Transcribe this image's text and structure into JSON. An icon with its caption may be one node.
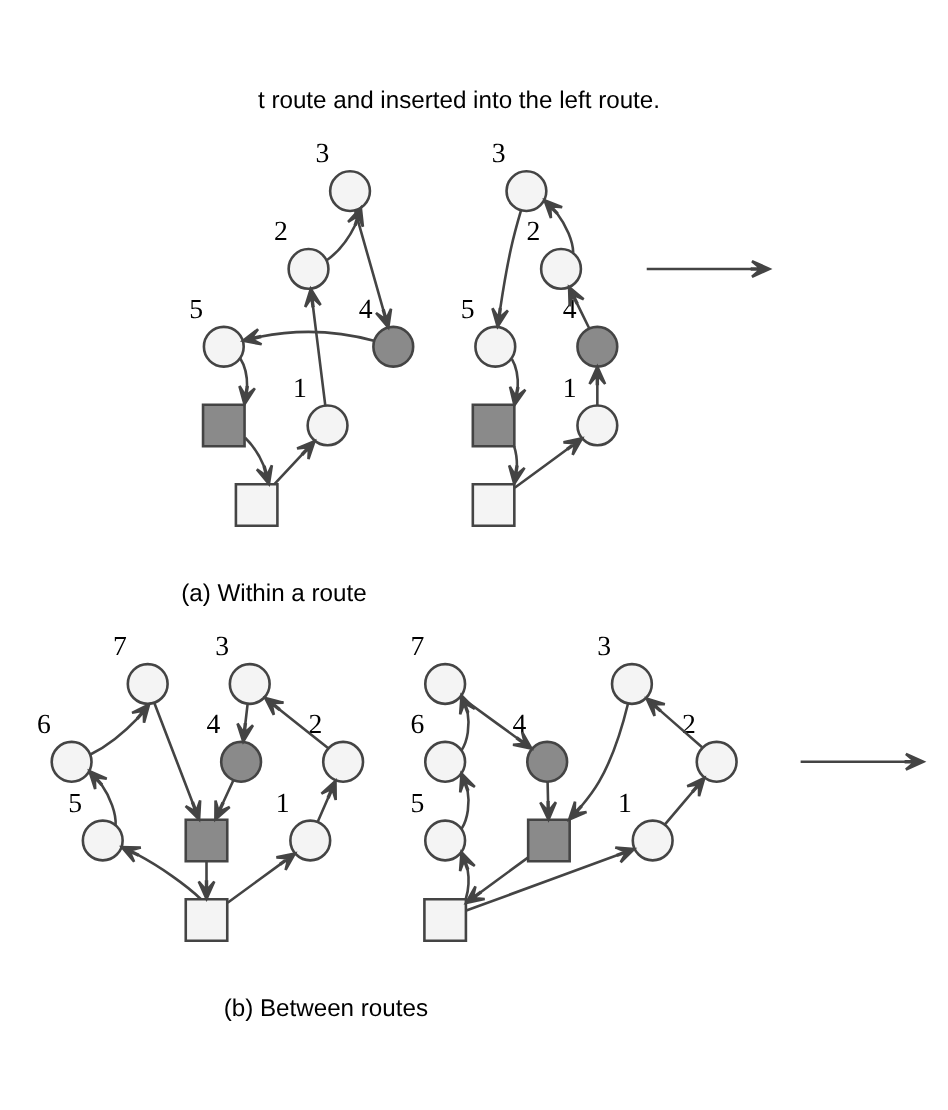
{
  "diagram": {
    "nodes": [
      {
        "text": [],
        "shape": "circle",
        "beside": [
          "3"
        ]
      },
      {
        "text": [],
        "shape": "circle",
        "beside": [
          "2"
        ]
      },
      {
        "text": [],
        "shape": "circle",
        "beside": [
          "5"
        ]
      },
      {
        "text": [],
        "shape": "circle",
        "beside": [
          "4"
        ]
      },
      {
        "text": [],
        "shape": "box"
      },
      {
        "text": [],
        "shape": "circle",
        "beside": [
          "1"
        ]
      },
      {
        "text": [],
        "shape": "box"
      },
      {
        "text": [],
        "shape": "circle",
        "beside": [
          "3"
        ]
      },
      {
        "text": [],
        "shape": "circle",
        "beside": [
          "2"
        ]
      },
      {
        "text": [],
        "shape": "circle",
        "beside": [
          "5"
        ]
      },
      {
        "text": [],
        "shape": "circle",
        "beside": [
          "4"
        ]
      },
      {
        "text": [],
        "shape": "box"
      },
      {
        "text": [],
        "shape": "circle",
        "beside": [
          "1"
        ]
      },
      {
        "text": [],
        "shape": "box"
      },
      {
        "text": [],
        "shape": "circle",
        "beside": [
          "7"
        ]
      },
      {
        "text": [],
        "shape": "circle",
        "beside": [
          "3"
        ]
      },
      {
        "text": [],
        "shape": "circle",
        "beside": [
          "6"
        ]
      },
      {
        "text": [],
        "shape": "circle",
        "beside": [
          "4"
        ]
      },
      {
        "text": [],
        "shape": "circle",
        "beside": [
          "2"
        ]
      },
      {
        "text": [],
        "shape": "circle",
        "beside": [
          "5"
        ]
      },
      {
        "text": [],
        "shape": "box"
      },
      {
        "text": [],
        "shape": "circle",
        "beside": [
          "1"
        ]
      },
      {
        "text": [],
        "shape": "box"
      },
      {
        "text": [],
        "shape": "circle",
        "beside": [
          "7"
        ]
      },
      {
        "text": [],
        "shape": "circle",
        "beside": [
          "3"
        ]
      },
      {
        "text": [],
        "shape": "circle",
        "beside": [
          "6"
        ]
      },
      {
        "text": [],
        "shape": "circle",
        "beside": [
          "4"
        ]
      },
      {
        "text": [],
        "shape": "circle",
        "beside": [
          "2"
        ]
      },
      {
        "text": [],
        "shape": "circle",
        "beside": [
          "5"
        ]
      },
      {
        "text": [],
        "shape": "box"
      },
      {
        "text": [],
        "shape": "circle",
        "beside": [
          "1"
        ]
      },
      {
        "text": [],
        "shape": "box"
      }
    ],
    "edges": [
      {
        "from": 6,
        "to": 5,
        "arrow": "to"
      },
      {
        "from": 5,
        "to": 1,
        "arrow": "to"
      },
      {
        "from": 1,
        "to": 0,
        "arrow": "to"
      },
      {
        "from": 0,
        "to": 3,
        "arrow": "to"
      },
      {
        "from": 3,
        "to": 2,
        "arrow": "to"
      },
      {
        "from": 2,
        "to": 4,
        "arrow": "to"
      },
      {
        "from": 4,
        "to": 6,
        "arrow": "to"
      },
      {
        "from": 13,
        "to": 12,
        "arrow": "to"
      },
      {
        "from": 12,
        "to": 10,
        "arrow": "to"
      },
      {
        "from": 10,
        "to": 8,
        "arrow": "to"
      },
      {
        "from": 8,
        "to": 7,
        "arrow": "to"
      },
      {
        "from": 7,
        "to": 9,
        "arrow": "to"
      },
      {
        "from": 9,
        "to": 11,
        "arrow": "to"
      },
      {
        "from": 11,
        "to": 13,
        "arrow": "to"
      },
      {
        "from": 22,
        "to": 19,
        "arrow": "to"
      },
      {
        "from": 19,
        "to": 16,
        "arrow": "to"
      },
      {
        "from": 16,
        "to": 14,
        "arrow": "to"
      },
      {
        "from": 14,
        "to": 20,
        "arrow": "to"
      },
      {
        "from": 20,
        "to": 22,
        "arrow": "to"
      },
      {
        "from": 22,
        "to": 21,
        "arrow": "to"
      },
      {
        "from": 21,
        "to": 18,
        "arrow": "to"
      },
      {
        "from": 18,
        "to": 15,
        "arrow": "to"
      },
      {
        "from": 15,
        "to": 17,
        "arrow": "to"
      },
      {
        "from": 17,
        "to": 20,
        "arrow": "to"
      },
      {
        "from": 31,
        "to": 28,
        "arrow": "to"
      },
      {
        "from": 28,
        "to": 25,
        "arrow": "to"
      },
      {
        "from": 25,
        "to": 23,
        "arrow": "to"
      },
      {
        "from": 23,
        "to": 26,
        "arrow": "to"
      },
      {
        "from": 26,
        "to": 29,
        "arrow": "to"
      },
      {
        "from": 29,
        "to": 31,
        "arrow": "to"
      },
      {
        "from": 31,
        "to": 30,
        "arrow": "to"
      },
      {
        "from": 30,
        "to": 27,
        "arrow": "to"
      },
      {
        "from": 27,
        "to": 24,
        "arrow": "to"
      },
      {
        "from": 24,
        "to": 29,
        "arrow": "to"
      }
    ],
    "labels": [
      "t route and inserted into the left route.",
      "(a) Within a route",
      "(b) Between routes"
    ]
  }
}
